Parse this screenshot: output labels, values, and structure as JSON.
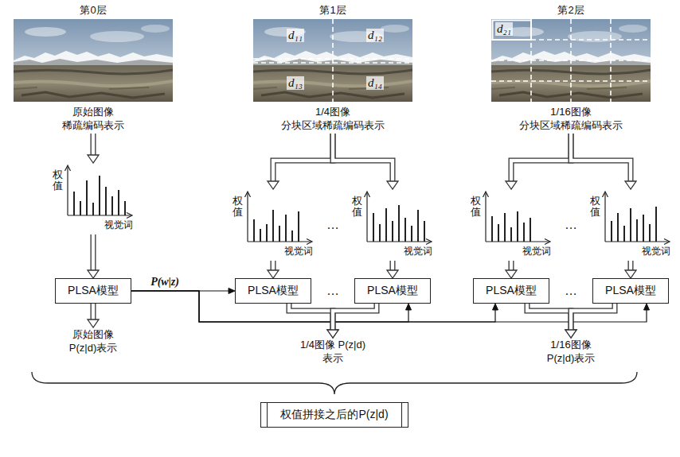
{
  "diagram": {
    "nodes": [
      {
        "text": [
          "第0层",
          "原始图像 稀疏编码表示"
        ]
      },
      {
        "text": [
          "第1层",
          "1/4图像 分块区域稀疏编码表示"
        ]
      },
      {
        "text": [
          "第2层",
          "1/16图像 分块区域稀疏编码表示"
        ]
      },
      {
        "text": [
          "权值",
          "视觉词"
        ]
      },
      {
        "text": [
          "权值",
          "视觉词"
        ]
      },
      {
        "text": [
          "权值",
          "视觉词"
        ]
      },
      {
        "text": [
          "权值",
          "视觉词"
        ]
      },
      {
        "text": [
          "权值",
          "视觉词"
        ]
      },
      {
        "text": [
          "PLSA模型"
        ]
      },
      {
        "text": [
          "PLSA模型"
        ]
      },
      {
        "text": [
          "PLSA模型"
        ]
      },
      {
        "text": [
          "PLSA模型"
        ]
      },
      {
        "text": [
          "PLSA模型"
        ]
      },
      {
        "text": [
          "原始图像 P(z|d)表示"
        ]
      },
      {
        "text": [
          "1/4图像 P(z|d)表示"
        ]
      },
      {
        "text": [
          "1/16图像 P(z|d)表示"
        ]
      },
      {
        "text": [
          "权值拼接之后的P(z|d)"
        ]
      }
    ],
    "edges": [
      {
        "from": 0,
        "to": 3,
        "arrow": "to"
      },
      {
        "from": 1,
        "to": 4,
        "arrow": "to"
      },
      {
        "from": 1,
        "to": 5,
        "arrow": "to"
      },
      {
        "from": 2,
        "to": 6,
        "arrow": "to"
      },
      {
        "from": 2,
        "to": 7,
        "arrow": "to"
      },
      {
        "from": 3,
        "to": 8,
        "arrow": "to"
      },
      {
        "from": 4,
        "to": 9,
        "arrow": "to"
      },
      {
        "from": 5,
        "to": 10,
        "arrow": "to"
      },
      {
        "from": 6,
        "to": 11,
        "arrow": "to"
      },
      {
        "from": 7,
        "to": 12,
        "arrow": "to"
      },
      {
        "from": 8,
        "to": 9,
        "label": "P(w|z)",
        "arrow": "to"
      },
      {
        "from": 8,
        "to": 10,
        "arrow": "to"
      },
      {
        "from": 8,
        "to": 11,
        "arrow": "to"
      },
      {
        "from": 8,
        "to": 12,
        "arrow": "to"
      },
      {
        "from": 8,
        "to": 13,
        "arrow": "to"
      },
      {
        "from": 9,
        "to": 14,
        "arrow": "to"
      },
      {
        "from": 10,
        "to": 14,
        "arrow": "to"
      },
      {
        "from": 11,
        "to": 15,
        "arrow": "to"
      },
      {
        "from": 12,
        "to": 15,
        "arrow": "to"
      }
    ],
    "labels": [
      "d₁₁",
      "d₁₂",
      "d₁₃",
      "d₁₄",
      "d₂₁",
      "…",
      "…",
      "…",
      "…"
    ]
  }
}
